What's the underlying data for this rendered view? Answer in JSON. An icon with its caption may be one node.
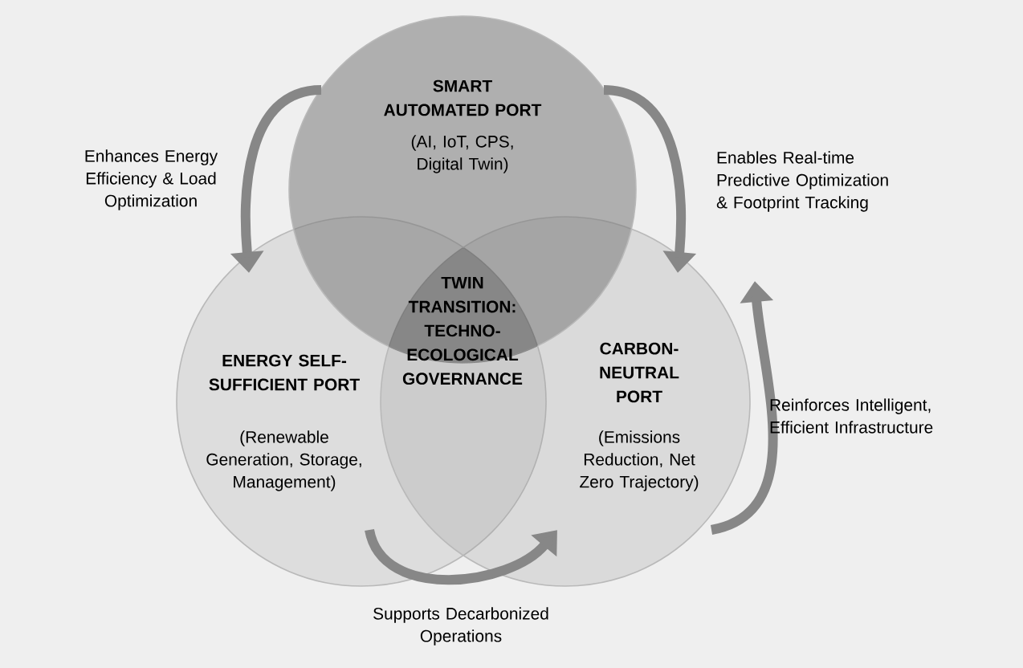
{
  "diagram": {
    "nodes": [
      {
        "text": [
          "SMART AUTOMATED PORT",
          "(AI, IoT, CPS, Digital Twin)"
        ]
      },
      {
        "text": [
          "ENERGY SELF-SUFFICIENT PORT",
          "(Renewable Generation, Storage, Management)"
        ]
      },
      {
        "text": [
          "CARBON-NEUTRAL PORT",
          "(Emissions Reduction, Net Zero Trajectory)"
        ]
      },
      {
        "text": [
          "TWIN TRANSITION: TECHNO-ECOLOGICAL GOVERNANCE"
        ]
      }
    ],
    "edges": [
      {
        "from": 0,
        "to": 1,
        "arrow": "to",
        "label": "Enhances Energy Efficiency & Load Optimization"
      },
      {
        "from": 0,
        "to": 2,
        "arrow": "to",
        "label": "Enables Real-time Predictive Optimization & Footprint Tracking"
      },
      {
        "from": 1,
        "to": 2,
        "arrow": "to",
        "label": "Supports Decarbonized Operations"
      },
      {
        "from": 2,
        "to": null,
        "arrow": "to",
        "label": "Reinforces Intelligent, Efficient Infrastructure"
      }
    ]
  }
}
